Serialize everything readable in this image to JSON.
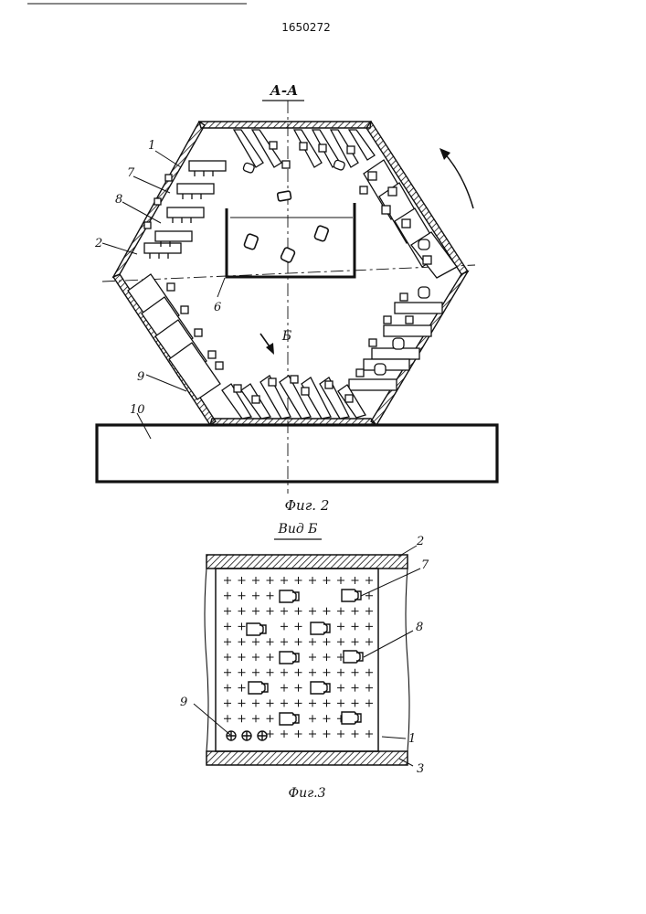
{
  "patent_number": "1650272",
  "fig2": {
    "section_label": "А-А",
    "caption": "Фиг. 2",
    "view_label": "Б",
    "labels": {
      "n1": "1",
      "n7": "7",
      "n8": "8",
      "n2": "2",
      "n6": "6",
      "n9": "9",
      "n10": "10"
    }
  },
  "fig3": {
    "view_title": "Вид Б",
    "caption": "Фиг.3",
    "labels": {
      "n2": "2",
      "n7": "7",
      "n8": "8",
      "n9": "9",
      "n1": "1",
      "n3": "3"
    }
  }
}
